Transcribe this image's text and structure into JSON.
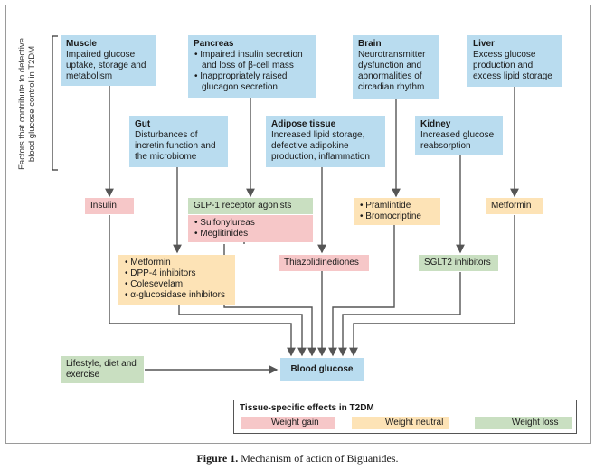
{
  "side_label": "Factors that contribute to defective blood glucose control in T2DM",
  "tissues": {
    "muscle": {
      "title": "Muscle",
      "text": "Impaired glucose uptake, storage and metabolism"
    },
    "pancreas": {
      "title": "Pancreas",
      "items": [
        "Impaired insulin secretion and loss of β-cell mass",
        "Inappropriately raised glucagon secretion"
      ]
    },
    "brain": {
      "title": "Brain",
      "text": "Neurotransmitter dysfunction and abnormalities of circadian rhythm"
    },
    "liver": {
      "title": "Liver",
      "text": "Excess glucose production and excess lipid storage"
    },
    "gut": {
      "title": "Gut",
      "text": "Disturbances of incretin function and the microbiome"
    },
    "adipose": {
      "title": "Adipose tissue",
      "text": "Increased lipid storage, defective adipokine production, inflammation"
    },
    "kidney": {
      "title": "Kidney",
      "text": "Increased glucose reabsorption"
    }
  },
  "drugs": {
    "insulin": "Insulin",
    "glp1": "GLP-1 receptor agonists",
    "sulfonyl": [
      "Sulfonylureas",
      "Meglitinides"
    ],
    "pramlintide": [
      "Pramlintide",
      "Bromocriptine"
    ],
    "metformin_liver": "Metformin",
    "gut_list": [
      "Metformin",
      "DPP-4 inhibitors",
      "Colesevelam",
      "α-glucosidase inhibitors"
    ],
    "tzd": "Thiazolidinediones",
    "sglt2": "SGLT2 inhibitors"
  },
  "lifestyle": "Lifestyle, diet and exercise",
  "blood_glucose": "Blood glucose",
  "legend": {
    "title": "Tissue-specific effects in T2DM",
    "gain": "Weight gain",
    "neutral": "Weight neutral",
    "loss": "Weight loss",
    "colors": {
      "gain": "#f6c7c8",
      "neutral": "#fde3b6",
      "loss": "#c9dfc1",
      "tissue": "#b9dcef"
    }
  },
  "caption": {
    "label": "Figure 1.",
    "text": " Mechanism of action of Biguanides."
  }
}
